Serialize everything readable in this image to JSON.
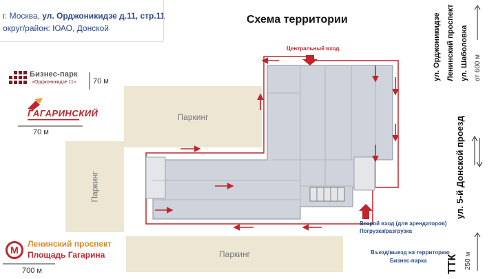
{
  "header": {
    "city": "г. Москва,",
    "address": "ул. Орджоникидзе д.11, стр.11",
    "district": "округ/район: ЮАО, Донской",
    "title": "Схема территории"
  },
  "parking": {
    "label": "Паркинг"
  },
  "entrances": {
    "central": "Центральный вход",
    "second": "Второй вход (для арендаторов)",
    "loading": "Погрузка/разгрузка",
    "territory_line1": "Въезд/выезд на территорию",
    "territory_line2": "Бизнес-парка"
  },
  "streets": {
    "ordzhonikidze": "ул. Орджоникидзе",
    "leninsky": "Ленинский проспект",
    "shabolovka": "ул. Шаболовка",
    "distance_600": "от 600 м",
    "donskoy": "ул. 5-й Донской проезд",
    "ttk": "ТТК",
    "distance_250": "250 м"
  },
  "logos": {
    "business_park": "Бизнес-парк",
    "business_park_sub": "«Орджоникидзе 11»",
    "gagarinsky": "ГАГАРИНСКИЙ",
    "metro_symbol": "М"
  },
  "distances": {
    "d70a": "70 м",
    "d70b": "70 м",
    "d700": "700 м"
  },
  "metro": {
    "station1": "Ленинский проспект",
    "station2": "Площадь Гагарина"
  },
  "colors": {
    "accent_red": "#c0252c",
    "address_blue": "#2a4a8a",
    "parking_beige": "#ece6d2",
    "building_fill": "#cfd3db"
  }
}
